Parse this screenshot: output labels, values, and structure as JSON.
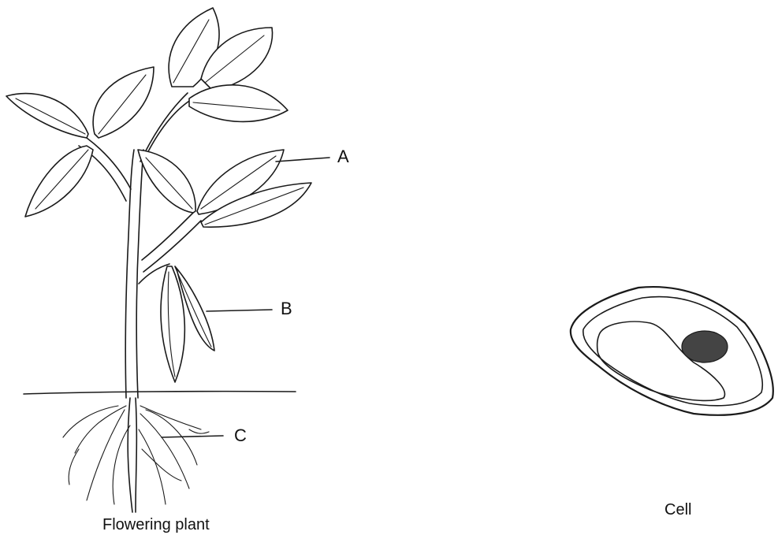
{
  "labels": {
    "a": "A",
    "b": "B",
    "c": "C"
  },
  "captions": {
    "plant": "Flowering plant",
    "cell": "Cell"
  }
}
